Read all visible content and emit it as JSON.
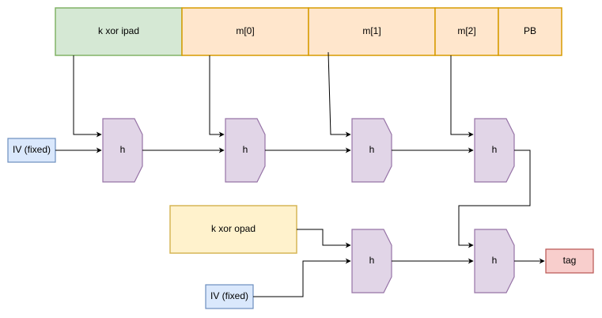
{
  "block_row": {
    "key_block": "k xor ipad",
    "messages": [
      "m[0]",
      "m[1]",
      "m[2]"
    ],
    "padding": "PB"
  },
  "inner_iv": "IV (fixed)",
  "hash_label": "h",
  "outer_key": "k xor opad",
  "outer_iv": "IV (fixed)",
  "output": "tag",
  "colors": {
    "key_fill": "#d5e8d4",
    "key_stroke": "#82b366",
    "msg_fill": "#ffe6cc",
    "msg_stroke": "#d79b00",
    "iv_fill": "#dae8fc",
    "iv_stroke": "#6c8ebf",
    "hash_fill": "#e1d5e7",
    "hash_stroke": "#9673a6",
    "opad_fill": "#fff2cc",
    "opad_stroke": "#d6b656",
    "tag_fill": "#f8cecc",
    "tag_stroke": "#b85450"
  }
}
